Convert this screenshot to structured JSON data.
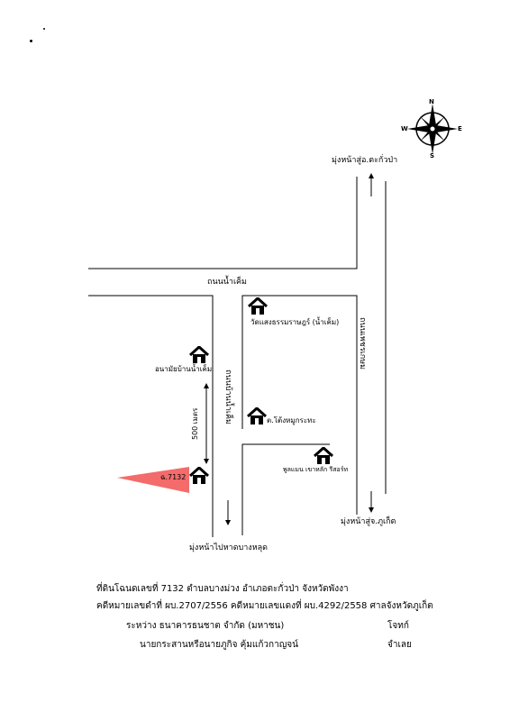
{
  "compass": {
    "n": "N",
    "s": "S",
    "e": "E",
    "w": "W"
  },
  "roads": {
    "top_road": "ถนนน้ำเค็ม",
    "right_road": "ถนนเพชรเกษม",
    "middle_road": "ถนนบ้านน้ำเค็ม"
  },
  "directions": {
    "north": "มุ่งหน้าสู่อ.ตะกั่วป่า",
    "south_right": "มุ่งหน้าสู่จ.ภูเก็ต",
    "south_middle": "มุ่งหน้าไปหาดบางหลุด"
  },
  "places": {
    "temple": "วัดแสงธรรมราษฎร์ (น้ำเค็ม)",
    "health_center": "อนามัยบ้านน้ำเค็ม",
    "subdistrict": "ต.โต้งหมูกระทะ",
    "resort": "พูลแมน เขาหลัก รีสอร์ท",
    "land_plot": "ฉ.7132"
  },
  "distance": "500 เมตร",
  "caption": {
    "line1": "ที่ดินโฉนดเลขที่ 7132 ตำบลบางม่วง อำเภอตะกั่วป่า จังหวัดพังงา",
    "line2": "คดีหมายเลขดำที่ ผบ.2707/2556 คดีหมายเลขแดงที่ ผบ.4292/2558 ศาลจังหวัดภูเก็ต",
    "line3_left": "ระหว่าง ธนาคารธนชาต จำกัด (มหาชน)",
    "line3_right": "โจทก์",
    "line4_left": "นายกระสานหรือนายภูกิจ  คุ้มแก้วกาญจน์",
    "line4_right": "จำเลย"
  },
  "colors": {
    "land_marker": "#f46b6b",
    "line": "#000000"
  }
}
